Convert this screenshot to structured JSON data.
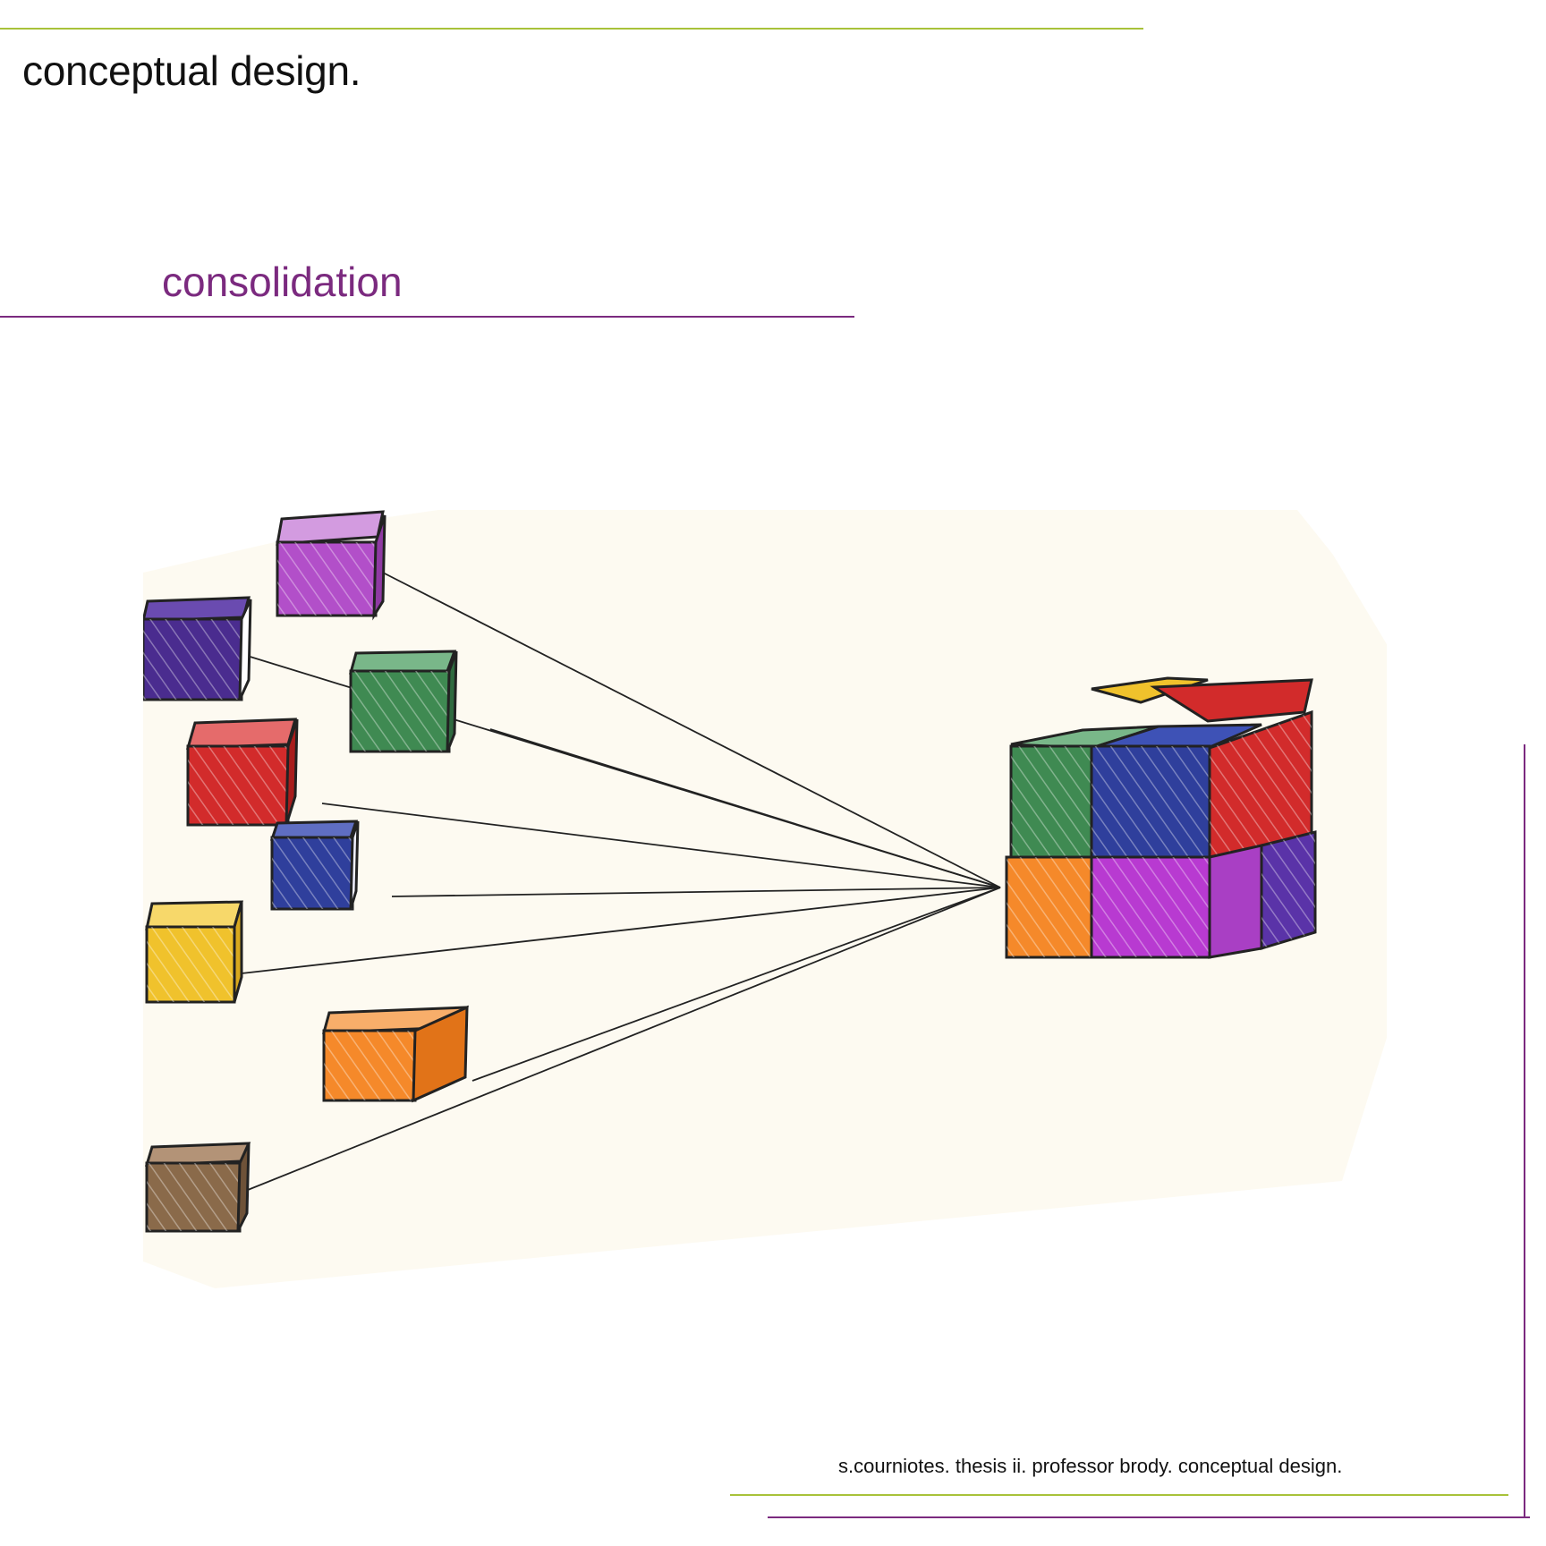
{
  "header": {
    "title": "conceptual design."
  },
  "section": {
    "heading": "consolidation"
  },
  "footer": {
    "caption": "s.courniotes. thesis ii. professor brody. conceptual design."
  },
  "colors": {
    "green_rule": "#a8c23a",
    "purple_accent": "#7b2a7f"
  },
  "sketch": {
    "loose_cubes": [
      {
        "name": "violet",
        "color": "#b24fc9"
      },
      {
        "name": "indigo",
        "color": "#4a2c8f"
      },
      {
        "name": "green",
        "color": "#3f8a52"
      },
      {
        "name": "red",
        "color": "#d22b2b"
      },
      {
        "name": "blue",
        "color": "#2f3f9c"
      },
      {
        "name": "yellow",
        "color": "#f0c22c"
      },
      {
        "name": "orange",
        "color": "#f5892a"
      },
      {
        "name": "brown",
        "color": "#8a6a4a"
      }
    ],
    "consolidated_cube": [
      {
        "name": "yellow-top",
        "color": "#f0c22c"
      },
      {
        "name": "red-top",
        "color": "#d22b2b"
      },
      {
        "name": "green-front",
        "color": "#3f8a52"
      },
      {
        "name": "blue-front",
        "color": "#2f3f9c"
      },
      {
        "name": "red-side",
        "color": "#d22b2b"
      },
      {
        "name": "orange-front",
        "color": "#f5892a"
      },
      {
        "name": "magenta-front",
        "color": "#b83ad1"
      },
      {
        "name": "magenta-side",
        "color": "#a93fc4"
      },
      {
        "name": "indigo-side",
        "color": "#5a33a8"
      }
    ]
  }
}
